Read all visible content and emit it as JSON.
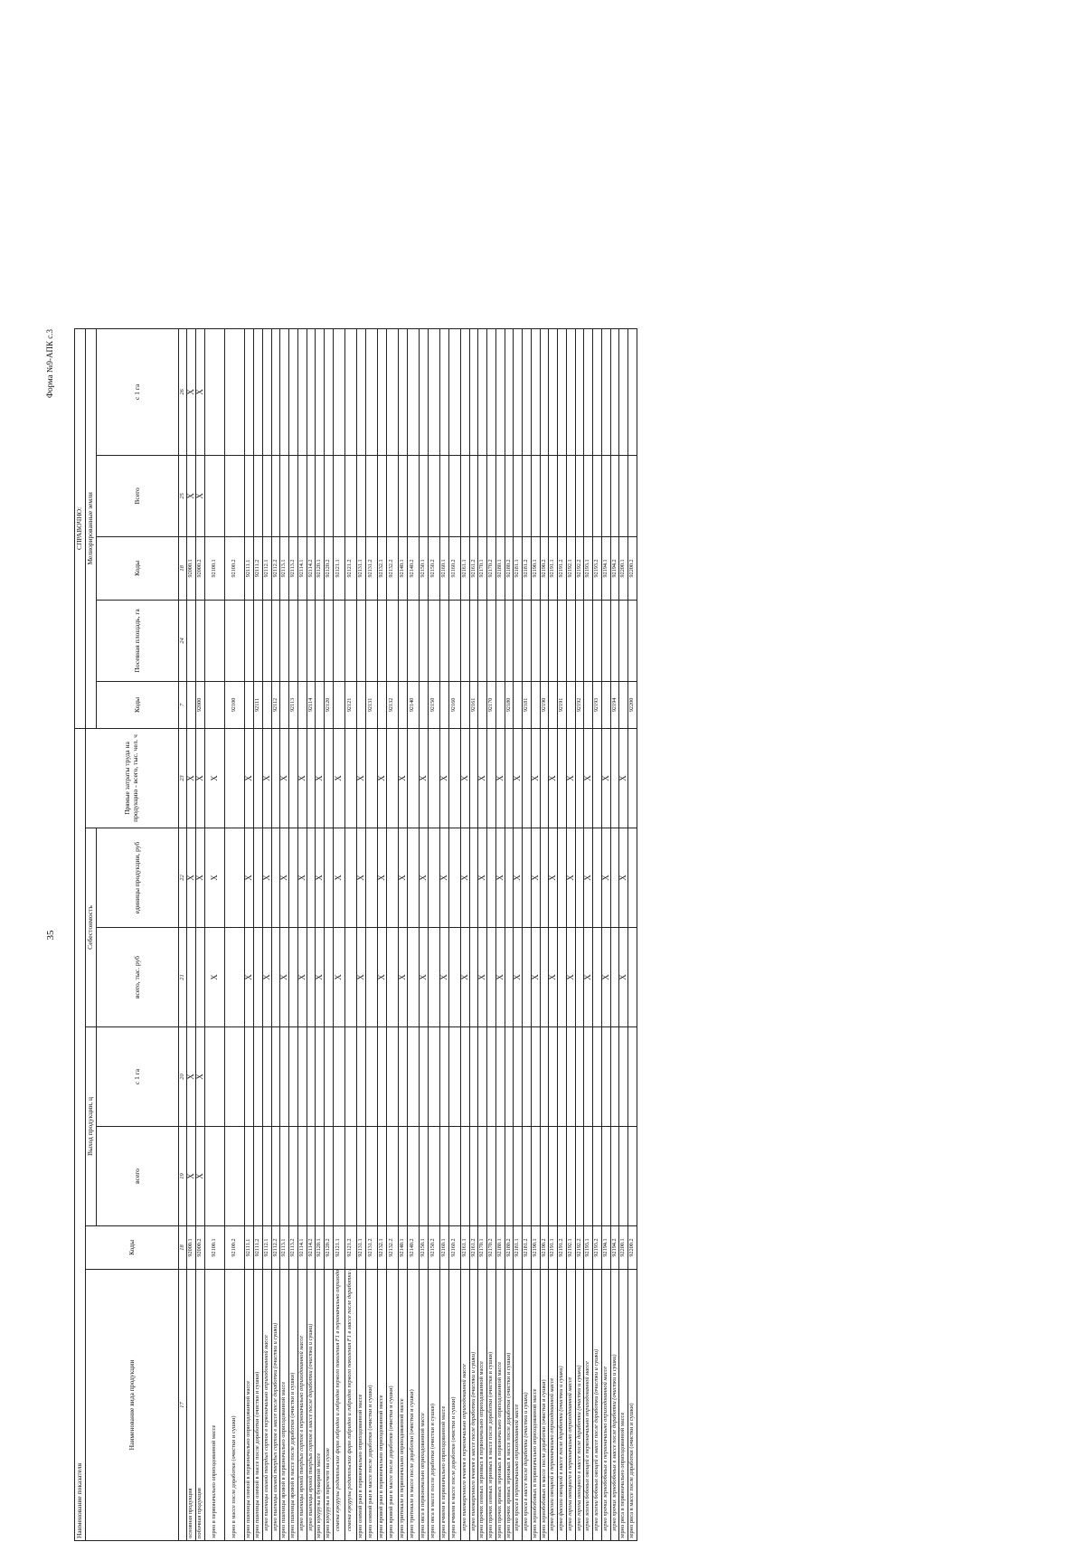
{
  "page_number": "35",
  "form_label": "Форма №9-АПК с.3",
  "header": {
    "indicators": "Наименование показателя",
    "product_name": "Наименование вида продукции",
    "codes": "Коды",
    "output_group": "Выход продукции, ц",
    "total": "всего",
    "per_ha": "с 1 га",
    "cost_group": "Себестоимость",
    "cost_total": "всего, тыс. руб",
    "cost_unit": "единицы продукции, руб",
    "labor": "Прямые затраты труда на продукцию - всего, тыс. чел. ч",
    "reference": "СПРАВОЧНО:",
    "reclaimed": "Мелиорированные земли",
    "ref_codes": "Коды",
    "sown_area": "Посевная площадь, га",
    "codes2": "Коды",
    "output2": "Выход продукции, ц",
    "total2": "Всего",
    "per_ha2": "с 1 га"
  },
  "col_numbers": [
    "17",
    "18",
    "19",
    "20",
    "21",
    "22",
    "23",
    "7",
    "24",
    "18",
    "25",
    "26"
  ],
  "rows": [
    {
      "name": "основная продукция",
      "code": "92000.1",
      "ref": "",
      "code2": "92000.1",
      "x": [
        true,
        true,
        false,
        true,
        true,
        true
      ],
      "xr": [
        true,
        true
      ]
    },
    {
      "name": "побочная продукция",
      "code": "92000.2",
      "ref": "92000",
      "code2": "92000.2",
      "x": [
        true,
        true,
        false,
        true,
        true,
        true
      ],
      "xr": [
        true,
        true
      ]
    },
    {
      "name": "зерно в первоначально оприходованной массе",
      "code": "92100.1",
      "ref": "",
      "code2": "92100.1",
      "x": [
        false,
        false,
        true,
        true,
        true
      ],
      "xr": [
        false,
        false
      ],
      "gap": true
    },
    {
      "name": "зерно в массе после доработки (очистки и сушки)",
      "code": "92100.2",
      "ref": "92100",
      "code2": "92100.2",
      "x": [
        false,
        false,
        false,
        false,
        false
      ],
      "xr": [
        false,
        false
      ],
      "gap": true
    },
    {
      "name": "зерно пшеницы озимой в первоначально оприходованной массе",
      "code": "92111.1",
      "ref": "",
      "code2": "92111.1",
      "x": [
        false,
        false,
        true,
        true,
        true
      ]
    },
    {
      "name": "зерно пшеницы озимой в массе после доработки (очистки и сушки)",
      "code": "92111.2",
      "ref": "92111",
      "code2": "92111.2",
      "x": [
        false,
        false,
        false,
        false,
        false
      ]
    },
    {
      "name": "зерно пшеницы озимой твердых сортов в первоначально оприходованной массе",
      "code": "92112.1",
      "ref": "",
      "code2": "92112.1",
      "it": true,
      "x": [
        false,
        false,
        true,
        true,
        true
      ]
    },
    {
      "name": "зерно пшеницы озимой твердых сортов в массе после доработки (очистки и сушки)",
      "code": "92112.2",
      "ref": "92112",
      "code2": "92112.2",
      "it": true,
      "x": [
        false,
        false,
        false,
        false,
        false
      ]
    },
    {
      "name": "зерно пшеницы яровой в первоначально оприходованной массе",
      "code": "92113.1",
      "ref": "",
      "code2": "92113.1",
      "x": [
        false,
        false,
        true,
        true,
        true
      ]
    },
    {
      "name": "зерно пшеницы яровой в массе после доработки (очистки и сушки)",
      "code": "92113.2",
      "ref": "92113",
      "code2": "92113.2",
      "x": [
        false,
        false,
        false,
        false,
        false
      ]
    },
    {
      "name": "зерно пшеницы яровой твердых сортов в первоначально оприходованной массе",
      "code": "92114.1",
      "ref": "",
      "code2": "92114.1",
      "it": true,
      "x": [
        false,
        false,
        true,
        true,
        true
      ]
    },
    {
      "name": "зерно пшеницы яровой твердых сортов в массе после доработки (очистки и сушки)",
      "code": "92114.2",
      "ref": "92114",
      "code2": "92114.2",
      "it": true,
      "x": [
        false,
        false,
        false,
        false,
        false
      ]
    },
    {
      "name": "зерно кукурузы в бункерной массе",
      "code": "92120.1",
      "ref": "",
      "code2": "92120.1",
      "x": [
        false,
        false,
        true,
        true,
        true
      ]
    },
    {
      "name": "зерно кукурузы в пересчете на сухое",
      "code": "92120.2",
      "ref": "92120",
      "code2": "92120.2",
      "x": [
        false,
        false,
        false,
        false,
        false
      ]
    },
    {
      "name": "семена кукурузы родительских форм гибридов и гибридов первого поколения F1 в первоначально оприходованной массе",
      "code": "92121.1",
      "ref": "",
      "code2": "92121.1",
      "it": true,
      "x": [
        false,
        false,
        true,
        true,
        true
      ],
      "tall": true
    },
    {
      "name": "семена кукурузы родительских форм гибридов и гибридов первого поколения F1 в массе после доработки (очистки и сушки)",
      "code": "92121.2",
      "ref": "92121",
      "code2": "92121.2",
      "it": true,
      "x": [
        false,
        false,
        false,
        false,
        false
      ],
      "tall": true
    },
    {
      "name": "зерно озимой ржи в первоначально оприходованной массе",
      "code": "92131.1",
      "ref": "",
      "code2": "92131.1",
      "x": [
        false,
        false,
        true,
        true,
        true
      ]
    },
    {
      "name": "зерно озимой ржи в массе после доработки (очистки и сушки)",
      "code": "92131.2",
      "ref": "92131",
      "code2": "92131.2",
      "x": [
        false,
        false,
        false,
        false,
        false
      ],
      "tall": true
    },
    {
      "name": "зерно яровой ржи в первоначально оприходованной массе",
      "code": "92132.1",
      "ref": "",
      "code2": "92132.1",
      "x": [
        false,
        false,
        true,
        true,
        true
      ]
    },
    {
      "name": "зерно яровой ржи в массе после доработки (очистки и сушки)",
      "code": "92132.2",
      "ref": "92132",
      "code2": "92132.2",
      "x": [
        false,
        false,
        false,
        false,
        false
      ],
      "tall": true
    },
    {
      "name": "зерно тритикале в первоначально оприходованной массе",
      "code": "92140.1",
      "ref": "",
      "code2": "92140.1",
      "x": [
        false,
        false,
        true,
        true,
        true
      ]
    },
    {
      "name": "зерно тритикале в массе после доработки (очистки и сушки)",
      "code": "92140.2",
      "ref": "92140",
      "code2": "92140.2",
      "x": [
        false,
        false,
        false,
        false,
        false
      ],
      "tall": true
    },
    {
      "name": "зерно овса в первоначально оприходованной массе",
      "code": "92150.1",
      "ref": "",
      "code2": "92150.1",
      "x": [
        false,
        false,
        true,
        true,
        true
      ]
    },
    {
      "name": "зерно овса в массе после доработки (очистки и сушки)",
      "code": "92150.2",
      "ref": "92150",
      "code2": "92150.2",
      "x": [
        false,
        false,
        false,
        false,
        false
      ],
      "tall": true
    },
    {
      "name": "зерно ячменя в первоначально оприходованной массе",
      "code": "92160.1",
      "ref": "",
      "code2": "92160.1",
      "x": [
        false,
        false,
        true,
        true,
        true
      ]
    },
    {
      "name": "зерно ячменя в массе после доработки (очистки и сушки)",
      "code": "92160.2",
      "ref": "92160",
      "code2": "92160.2",
      "x": [
        false,
        false,
        false,
        false,
        false
      ],
      "tall": true
    },
    {
      "name": "зерно пивоваренного ячменя в первоначально оприходованной массе",
      "code": "92161.1",
      "ref": "",
      "code2": "92161.1",
      "it": true,
      "x": [
        false,
        false,
        true,
        true,
        true
      ]
    },
    {
      "name": "зерно пивоваренного ячменя в массе после доработки (очистки и сушки)",
      "code": "92161.2",
      "ref": "92161",
      "code2": "92161.2",
      "it": true,
      "x": [
        false,
        false,
        false,
        false,
        false
      ]
    },
    {
      "name": "зерно прочих озимых зерновых в первоначально оприходованной массе",
      "code": "92170.1",
      "ref": "",
      "code2": "92170.1",
      "x": [
        false,
        false,
        true,
        true,
        true
      ]
    },
    {
      "name": "зерно прочих озимых зерновых в массе после доработки (очистки и сушки)",
      "code": "92170.2",
      "ref": "92170",
      "code2": "92170.2",
      "x": [
        false,
        false,
        false,
        false,
        false
      ]
    },
    {
      "name": "зерно прочих яровых зерновых в первоначально оприходованной массе",
      "code": "92180.1",
      "ref": "",
      "code2": "92180.1",
      "x": [
        false,
        false,
        true,
        true,
        true
      ]
    },
    {
      "name": "зерно прочих яровых зерновых в массе после доработки (очистки и сушки)",
      "code": "92180.2",
      "ref": "92180",
      "code2": "92180.2",
      "x": [
        false,
        false,
        false,
        false,
        false
      ]
    },
    {
      "name": "зерно проса в первоначально оприходованной массе",
      "code": "92181.1",
      "ref": "",
      "code2": "92181.1",
      "it": true,
      "x": [
        false,
        false,
        true,
        true,
        true
      ]
    },
    {
      "name": "зерно проса в массе после доработки (очистки и сушки)",
      "code": "92181.2",
      "ref": "92181",
      "code2": "92181.2",
      "it": true,
      "x": [
        false,
        false,
        false,
        false,
        false
      ]
    },
    {
      "name": "зерно зернобобовых в первоначально оприходованной массе",
      "code": "92190.1",
      "ref": "",
      "code2": "92190.1",
      "x": [
        false,
        false,
        true,
        true,
        true
      ]
    },
    {
      "name": "зерно зернобобовых в массе после доработки (очистки и сушки)",
      "code": "92190.2",
      "ref": "92190",
      "code2": "92190.2",
      "x": [
        false,
        false,
        false,
        false,
        false
      ]
    },
    {
      "name": "зерно фасоли овощной в первоначально оприходованной массе",
      "code": "92191.1",
      "ref": "",
      "code2": "92191.1",
      "it": true,
      "x": [
        false,
        false,
        true,
        true,
        true
      ]
    },
    {
      "name": "зерно фасоли овощной в массе после доработки (очистки и сушки)",
      "code": "92191.2",
      "ref": "92191",
      "code2": "92191.2",
      "it": true,
      "x": [
        false,
        false,
        false,
        false,
        false
      ]
    },
    {
      "name": "зерно гороха овощного в первоначально оприходованной массе",
      "code": "92192.1",
      "ref": "",
      "code2": "92192.1",
      "it": true,
      "x": [
        false,
        false,
        true,
        true,
        true
      ]
    },
    {
      "name": "зерно гороха овощного в массе после доработки (очистки и сушки)",
      "code": "92192.2",
      "ref": "92192",
      "code2": "92192.2",
      "it": true,
      "x": [
        false,
        false,
        false,
        false,
        false
      ]
    },
    {
      "name": "зерно зелени бобовых овощей в первоначально оприходованной массе",
      "code": "92193.1",
      "ref": "",
      "code2": "92193.1",
      "it": true,
      "x": [
        false,
        false,
        true,
        true,
        true
      ]
    },
    {
      "name": "зерно зелени бобовых овощей в массе после доработки (очистки и сушки)",
      "code": "92193.2",
      "ref": "92193",
      "code2": "92193.2",
      "it": true,
      "x": [
        false,
        false,
        false,
        false,
        false
      ]
    },
    {
      "name": "зерно прочих зернобобовых в первоначально оприходованной массе",
      "code": "92194.1",
      "ref": "",
      "code2": "92194.1",
      "it": true,
      "x": [
        false,
        false,
        true,
        true,
        true
      ]
    },
    {
      "name": "зерно прочих зернобобовых в массе после доработки (очистки и сушки)",
      "code": "92194.2",
      "ref": "92194",
      "code2": "92194.2",
      "it": true,
      "x": [
        false,
        false,
        false,
        false,
        false
      ]
    },
    {
      "name": "зерно риса в первоначально оприходованной массе",
      "code": "92200.1",
      "ref": "",
      "code2": "92200.1",
      "x": [
        false,
        false,
        true,
        true,
        true
      ]
    },
    {
      "name": "зерно риса в массе после доработки (очистки и сушки)",
      "code": "92200.2",
      "ref": "92200",
      "code2": "92200.2",
      "x": [
        false,
        false,
        false,
        false,
        false
      ]
    }
  ],
  "x_mark": "X",
  "dot_mark": "•"
}
